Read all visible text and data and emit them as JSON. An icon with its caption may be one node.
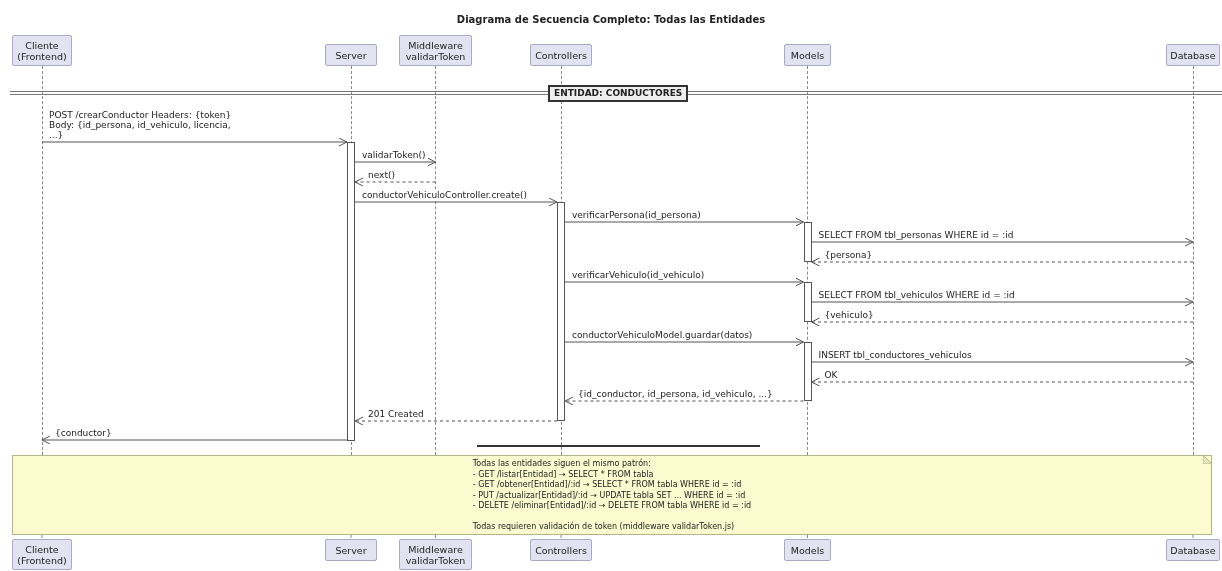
{
  "diagram": {
    "title": "Diagrama de Secuencia Completo: Todas las Entidades",
    "nodes": [
      {
        "text": [
          "Cliente (Frontend)"
        ]
      },
      {
        "text": [
          "Server"
        ]
      },
      {
        "text": [
          "Middleware validarToken"
        ]
      },
      {
        "text": [
          "Controllers"
        ]
      },
      {
        "text": [
          "Models"
        ]
      },
      {
        "text": [
          "Database"
        ]
      },
      {
        "text": [],
        "shape": "line"
      },
      {
        "text": [],
        "shape": "line"
      },
      {
        "text": [],
        "shape": "line"
      },
      {
        "text": [],
        "shape": "line"
      },
      {
        "text": [],
        "shape": "line"
      },
      {
        "text": [],
        "shape": "line"
      },
      {
        "text": [],
        "shape": "bar"
      },
      {
        "text": [],
        "shape": "bar"
      },
      {
        "text": [],
        "shape": "bar"
      },
      {
        "text": [],
        "shape": "bar"
      },
      {
        "text": [],
        "shape": "bar"
      },
      {
        "text": [
          "Todas las entidades siguen el mismo patrón:",
          "- GET /listar[Entidad] → SELECT * FROM tabla",
          "- GET /obtener[Entidad]/:id → SELECT * FROM tabla WHERE id = :id",
          "- PUT /actualizar[Entidad]/:id → UPDATE tabla SET ... WHERE id = :id",
          "- DELETE /eliminar[Entidad]/:id → DELETE FROM tabla WHERE id = :id",
          "Todas requieren validación de token (middleware validarToken.js)"
        ]
      },
      {
        "text": [
          "Cliente (Frontend)"
        ]
      },
      {
        "text": [
          "Server"
        ]
      },
      {
        "text": [
          "Middleware validarToken"
        ]
      },
      {
        "text": [
          "Controllers"
        ]
      },
      {
        "text": [
          "Models"
        ]
      },
      {
        "text": [
          "Database"
        ]
      }
    ],
    "edges": [
      {
        "from": 6,
        "to": 12,
        "arrow": "to",
        "label": "POST /crearConductor Headers: {token} Body: {id_persona, id_vehiculo, licencia, ...}"
      },
      {
        "from": 12,
        "to": 8,
        "arrow": "to",
        "label": "validarToken()"
      },
      {
        "from": 8,
        "to": 12,
        "arrow": "to",
        "label": "next()",
        "style": "dashed"
      },
      {
        "from": 12,
        "to": 13,
        "arrow": "to",
        "label": "conductorVehiculoController.create()"
      },
      {
        "from": 13,
        "to": 14,
        "arrow": "to",
        "label": "verificarPersona(id_persona)"
      },
      {
        "from": 14,
        "to": 11,
        "arrow": "to",
        "label": "SELECT FROM tbl_personas WHERE id = :id"
      },
      {
        "from": 11,
        "to": 14,
        "arrow": "to",
        "label": "{persona}",
        "style": "dashed"
      },
      {
        "from": 13,
        "to": 15,
        "arrow": "to",
        "label": "verificarVehiculo(id_vehiculo)"
      },
      {
        "from": 15,
        "to": 11,
        "arrow": "to",
        "label": "SELECT FROM tbl_vehiculos WHERE id = :id"
      },
      {
        "from": 11,
        "to": 15,
        "arrow": "to",
        "label": "{vehiculo}",
        "style": "dashed"
      },
      {
        "from": 13,
        "to": 16,
        "arrow": "to",
        "label": "conductorVehiculoModel.guardar(datos)"
      },
      {
        "from": 16,
        "to": 11,
        "arrow": "to",
        "label": "INSERT tbl_conductores_vehiculos"
      },
      {
        "from": 11,
        "to": 16,
        "arrow": "to",
        "label": "OK",
        "style": "dashed"
      },
      {
        "from": 16,
        "to": 13,
        "arrow": "to",
        "label": "{id_conductor, id_persona, id_vehiculo, ...}",
        "style": "dashed"
      },
      {
        "from": 13,
        "to": 12,
        "arrow": "to",
        "label": "201 Created",
        "style": "dashed"
      },
      {
        "from": 12,
        "to": 6,
        "arrow": "to",
        "label": "{conductor}"
      }
    ],
    "labels": [
      "ENTIDAD: CONDUCTORES"
    ]
  }
}
